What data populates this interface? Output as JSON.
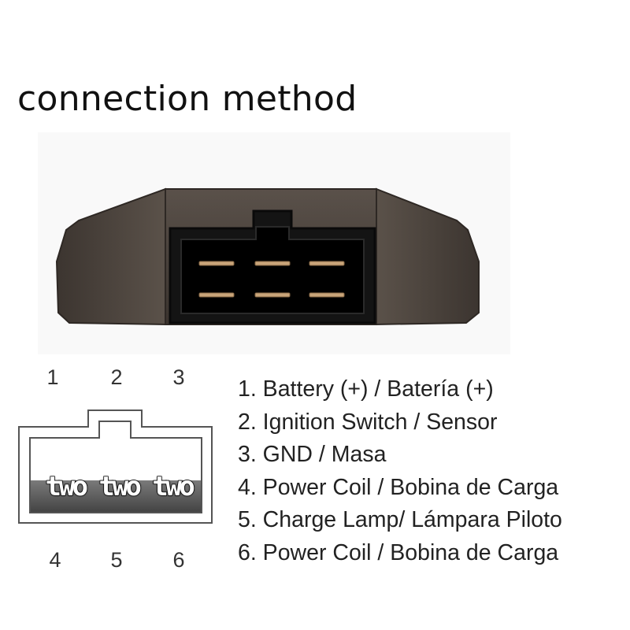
{
  "title": "connection method",
  "pin_numbers_top": [
    "1",
    "2",
    "3"
  ],
  "pin_numbers_bottom": [
    "4",
    "5",
    "6"
  ],
  "connector_overlay_text": "two two two",
  "legend": [
    "1. Battery (+) / Batería (+)",
    "2. Ignition Switch / Sensor",
    "3. GND / Masa",
    "4. Power Coil / Bobina de Carga",
    "5. Charge Lamp/ Lámpara Piloto",
    "6. Power Coil / Bobina de Carga"
  ],
  "colors": {
    "regulator_body": "#4a423c",
    "connector_housing": "#141414",
    "pin_metal": "#c9a57a",
    "diagram_stroke": "#555555",
    "diagram_fill_dark": "#555555"
  }
}
